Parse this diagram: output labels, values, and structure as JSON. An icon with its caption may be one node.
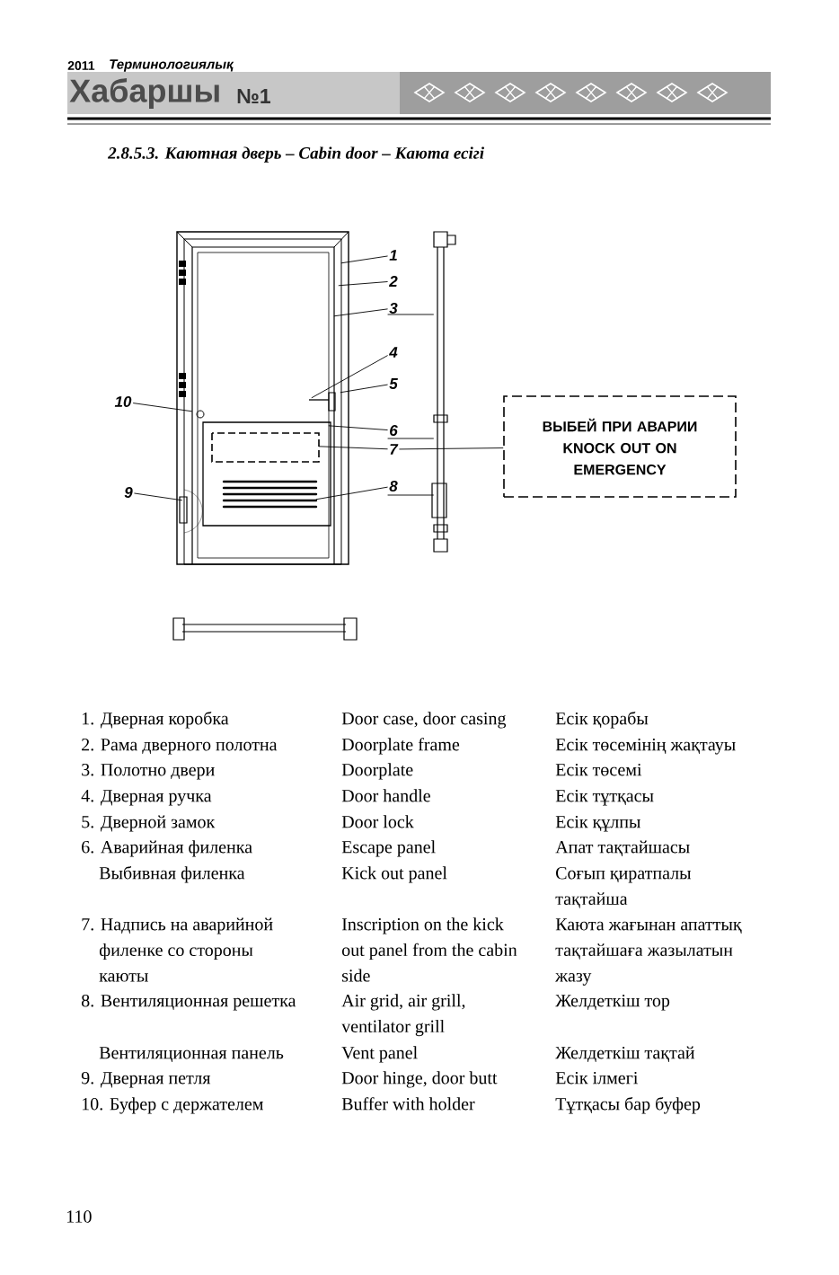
{
  "diagram": {
    "title": "2.8.5.3. Каютная дверь – Cabin door – Каюта есігі",
    "nodes": [
      {
        "text": [
          "1"
        ]
      },
      {
        "text": [
          "2"
        ]
      },
      {
        "text": [
          "3"
        ]
      },
      {
        "text": [
          "4"
        ]
      },
      {
        "text": [
          "5"
        ]
      },
      {
        "text": [
          "6"
        ]
      },
      {
        "text": [
          "7"
        ]
      },
      {
        "text": [
          "8"
        ]
      },
      {
        "text": [
          "9"
        ]
      },
      {
        "text": [
          "10"
        ]
      },
      {
        "text": [
          "ВЫБЕЙ ПРИ АВАРИИ KNOCK OUT ON EMERGENCY"
        ]
      },
      {
        "text": [],
        "shape": "picture"
      },
      {
        "text": [],
        "shape": "picture"
      }
    ],
    "edges": [
      {
        "from": 0,
        "to": 11,
        "arrow": "none"
      },
      {
        "from": 1,
        "to": 11,
        "arrow": "none"
      },
      {
        "from": 2,
        "to": 11,
        "arrow": "none"
      },
      {
        "from": 2,
        "to": 12,
        "arrow": "none"
      },
      {
        "from": 3,
        "to": 11,
        "arrow": "none"
      },
      {
        "from": 4,
        "to": 11,
        "arrow": "none"
      },
      {
        "from": 5,
        "to": 11,
        "arrow": "none"
      },
      {
        "from": 5,
        "to": 12,
        "arrow": "none"
      },
      {
        "from": 6,
        "to": 11,
        "arrow": "none"
      },
      {
        "from": 6,
        "to": 10,
        "arrow": "none"
      },
      {
        "from": 7,
        "to": 11,
        "arrow": "none"
      },
      {
        "from": 7,
        "to": 12,
        "arrow": "none"
      },
      {
        "from": 8,
        "to": 11,
        "arrow": "none"
      },
      {
        "from": 9,
        "to": 11,
        "arrow": "none"
      }
    ],
    "labels": [
      "2011",
      "Терминологиялық",
      "Хабаршы",
      "№1",
      "1. Дверная коробка",
      "Door case, door casing",
      "Есік қорабы",
      "2. Рама дверного полотна",
      "Doorplate frame",
      "Есік төсемінің жақтауы",
      "3. Полотно двери",
      "Doorplate",
      "Есік төсемі",
      "4. Дверная ручка",
      "Door handle",
      "Есік тұтқасы",
      "5. Дверной замок",
      "Door lock",
      "Есік құлпы",
      "6. Аварийная филенка",
      "Escape panel",
      "Апат тақтайшасы",
      "Выбивная филенка",
      "Kick out panel",
      "Соғып қиратпалы тақтайша",
      "7. Надпись на аварийной филенке со стороны каюты",
      "Inscription on the kick out panel from the cabin side",
      "Каюта жағынан апаттық тақтайшаға жазылатын жазу",
      "8. Вентиляционная решетка",
      "Air grid, air grill, ventilator grill",
      "Желдеткіш тор",
      "Вентиляционная панель",
      "Vent panel",
      "Желдеткіш тақтай",
      "9. Дверная петля",
      "Door hinge, door butt",
      "Есік ілмегі",
      "10. Буфер с держателем",
      "Buffer with holder",
      "Тұтқасы бар буфер",
      "110"
    ]
  }
}
